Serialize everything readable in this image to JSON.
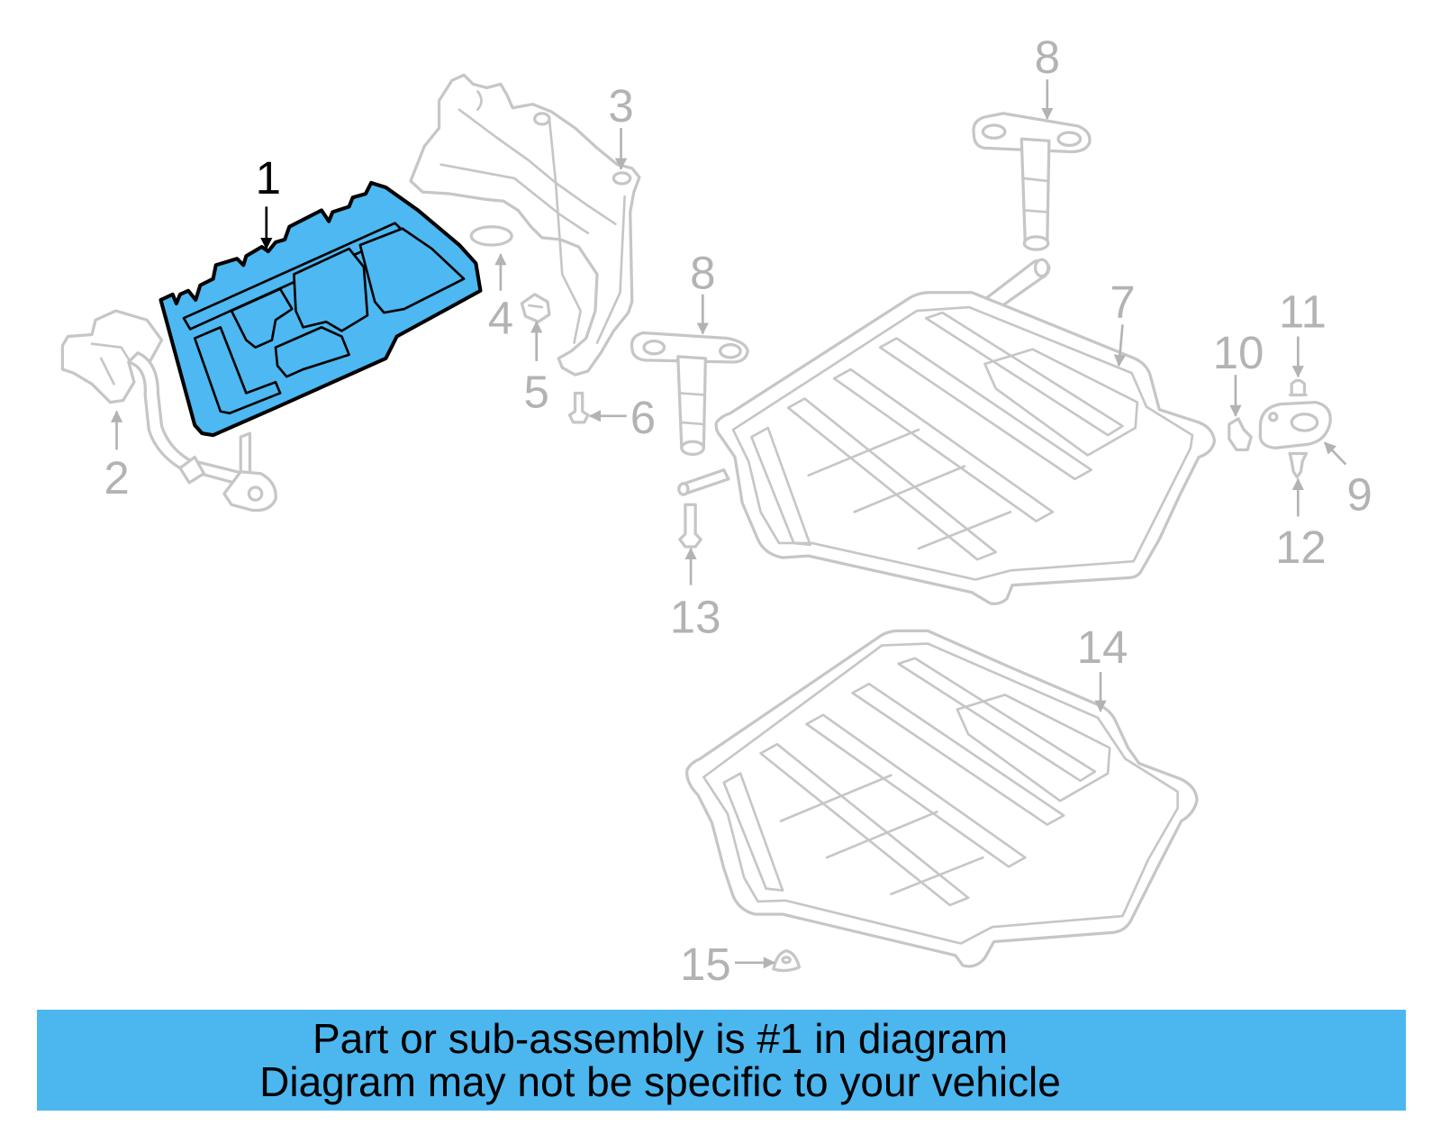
{
  "diagram": {
    "callouts": [
      {
        "label": "1",
        "highlighted": true
      },
      {
        "label": "2",
        "highlighted": false
      },
      {
        "label": "3",
        "highlighted": false
      },
      {
        "label": "4",
        "highlighted": false
      },
      {
        "label": "5",
        "highlighted": false
      },
      {
        "label": "6",
        "highlighted": false
      },
      {
        "label": "7",
        "highlighted": false
      },
      {
        "label": "8",
        "highlighted": false
      },
      {
        "label": "8",
        "highlighted": false
      },
      {
        "label": "9",
        "highlighted": false
      },
      {
        "label": "10",
        "highlighted": false
      },
      {
        "label": "11",
        "highlighted": false
      },
      {
        "label": "12",
        "highlighted": false
      },
      {
        "label": "13",
        "highlighted": false
      },
      {
        "label": "14",
        "highlighted": false
      },
      {
        "label": "15",
        "highlighted": false
      }
    ]
  },
  "banner": {
    "line1": "Part or sub-assembly is #1 in diagram",
    "line2": "Diagram may not be specific to your vehicle"
  },
  "colors": {
    "highlight_fill": "#4db8f1",
    "highlight_outline": "#000000",
    "part_outline": "#c6c6c6",
    "callout_text": "#b3b3b3",
    "callout_active": "#000000",
    "banner_background": "#4cb6ef",
    "banner_text": "#000000"
  }
}
